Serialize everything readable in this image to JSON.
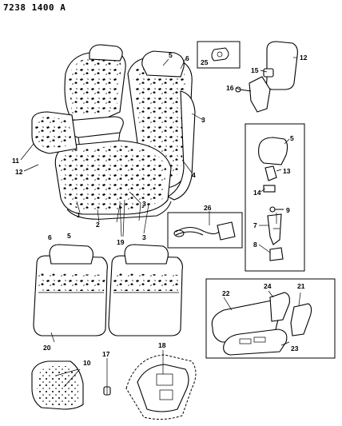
{
  "header": {
    "code": "7238 1400 A"
  },
  "callouts": [
    {
      "id": "c5a",
      "text": "5"
    },
    {
      "id": "c6a",
      "text": "6"
    },
    {
      "id": "c3a",
      "text": "3"
    },
    {
      "id": "c4a",
      "text": "4"
    },
    {
      "id": "c11",
      "text": "11"
    },
    {
      "id": "c12a",
      "text": "12"
    },
    {
      "id": "c1",
      "text": "1"
    },
    {
      "id": "c2",
      "text": "2"
    },
    {
      "id": "c3b",
      "text": "3"
    },
    {
      "id": "c19",
      "text": "19"
    },
    {
      "id": "c3c",
      "text": "3"
    },
    {
      "id": "c25",
      "text": "25"
    },
    {
      "id": "c12b",
      "text": "12"
    },
    {
      "id": "c15",
      "text": "15"
    },
    {
      "id": "c16",
      "text": "16"
    },
    {
      "id": "c5b",
      "text": "5"
    },
    {
      "id": "c13",
      "text": "13"
    },
    {
      "id": "c14",
      "text": "14"
    },
    {
      "id": "c9",
      "text": "9"
    },
    {
      "id": "c7",
      "text": "7"
    },
    {
      "id": "c8",
      "text": "8"
    },
    {
      "id": "c26",
      "text": "26"
    },
    {
      "id": "c6b",
      "text": "6"
    },
    {
      "id": "c5c",
      "text": "5"
    },
    {
      "id": "c20",
      "text": "20"
    },
    {
      "id": "c22",
      "text": "22"
    },
    {
      "id": "c24",
      "text": "24"
    },
    {
      "id": "c21",
      "text": "21"
    },
    {
      "id": "c23",
      "text": "23"
    },
    {
      "id": "c17",
      "text": "17"
    },
    {
      "id": "c18",
      "text": "18"
    },
    {
      "id": "c10",
      "text": "10"
    }
  ]
}
